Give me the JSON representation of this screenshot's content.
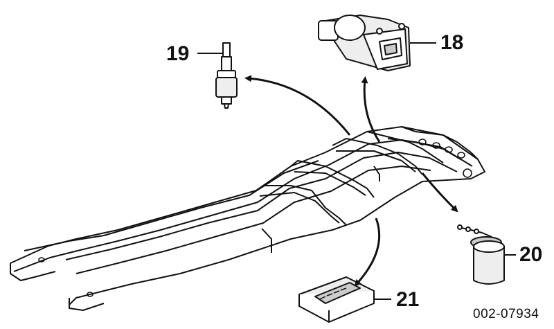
{
  "callouts": [
    {
      "id": "18",
      "label": "18"
    },
    {
      "id": "19",
      "label": "19"
    },
    {
      "id": "20",
      "label": "20"
    },
    {
      "id": "21",
      "label": "21"
    }
  ],
  "reference_code": "002-07934",
  "colors": {
    "line": "#111111",
    "background": "#ffffff",
    "shade": "#dddddd"
  }
}
